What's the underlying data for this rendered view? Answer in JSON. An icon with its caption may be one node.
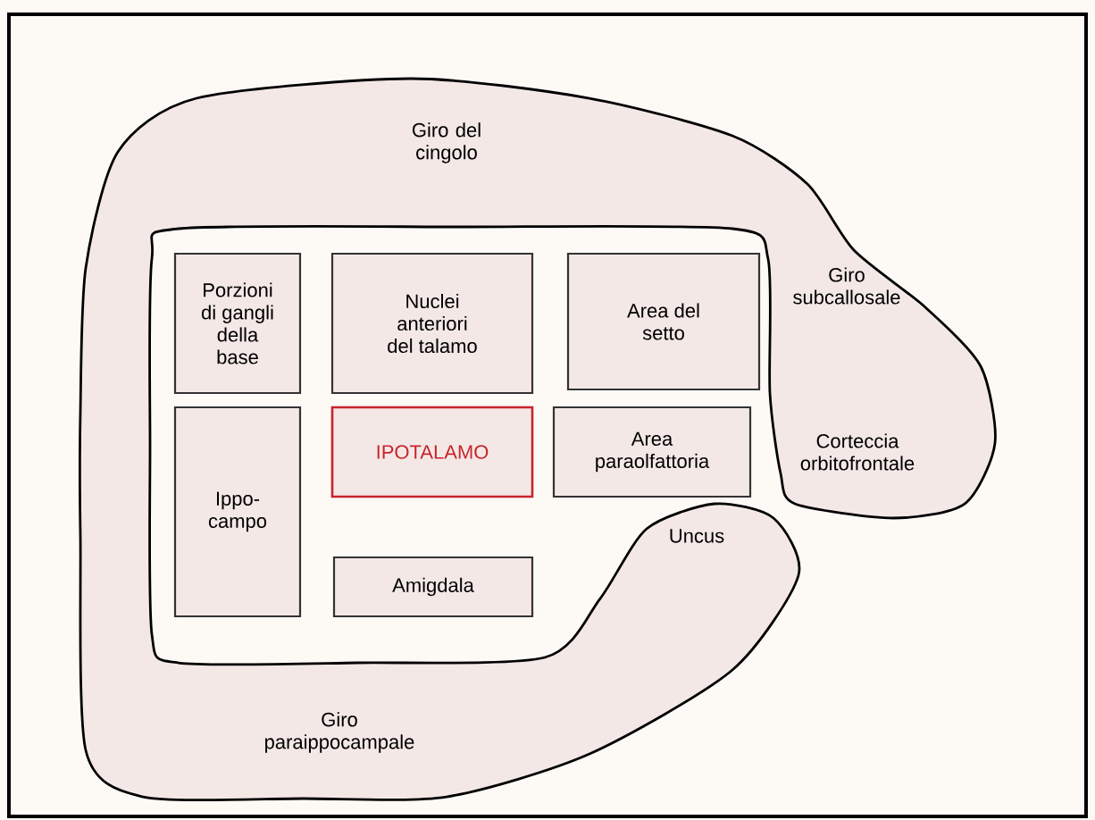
{
  "diagram": {
    "nodes": [
      {
        "text": [
          "Giro del cingolo",
          "Giro subcallosale",
          "Corteccia orbitofrontale",
          "Uncus",
          "Giro paraippocampale"
        ]
      },
      {
        "text": [
          "Porzioni di gangli della base"
        ],
        "in": 0
      },
      {
        "text": [
          "Nuclei anteriori del talamo"
        ],
        "in": 0
      },
      {
        "text": [
          "Area del setto"
        ],
        "in": 0
      },
      {
        "text": [
          "Ippo- campo"
        ],
        "in": 0
      },
      {
        "text": [
          "IPOTALAMO"
        ],
        "in": 0
      },
      {
        "text": [
          "Area paraolfattoria"
        ],
        "in": 0
      },
      {
        "text": [
          "Amigdala"
        ],
        "in": 0
      }
    ],
    "edges": []
  }
}
